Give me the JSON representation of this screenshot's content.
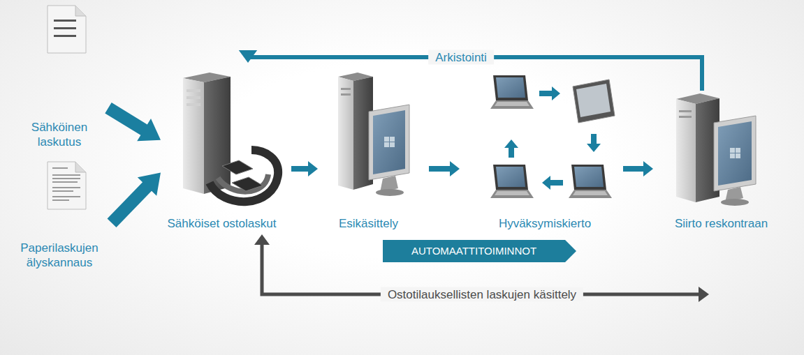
{
  "diagram": {
    "nodes": [
      {
        "text": [
          "Sähköinen laskutus"
        ]
      },
      {
        "text": [
          "Paperilaskujen älyskannaus"
        ]
      },
      {
        "text": [
          "Sähköiset ostolaskut"
        ]
      },
      {
        "text": [
          "Esikäsittely"
        ]
      },
      {
        "text": [
          "Hyväksymiskierto"
        ]
      },
      {
        "text": [
          "Siirto reskontraan"
        ]
      },
      {
        "text": [
          "AUTOMAATTITOIMINNOT"
        ]
      }
    ],
    "edges": [
      {
        "from": 0,
        "to": 2,
        "arrow": "to"
      },
      {
        "from": 1,
        "to": 2,
        "arrow": "to"
      },
      {
        "from": 2,
        "to": 3,
        "arrow": "to"
      },
      {
        "from": 3,
        "to": 4,
        "arrow": "to"
      },
      {
        "from": 4,
        "to": 5,
        "arrow": "to"
      },
      {
        "from": 5,
        "to": 2,
        "label": "Arkistointi",
        "arrow": "to"
      },
      {
        "from": 2,
        "to": 5,
        "label": "Ostotilauksellisten laskujen käsittely",
        "arrow": "both"
      }
    ]
  }
}
